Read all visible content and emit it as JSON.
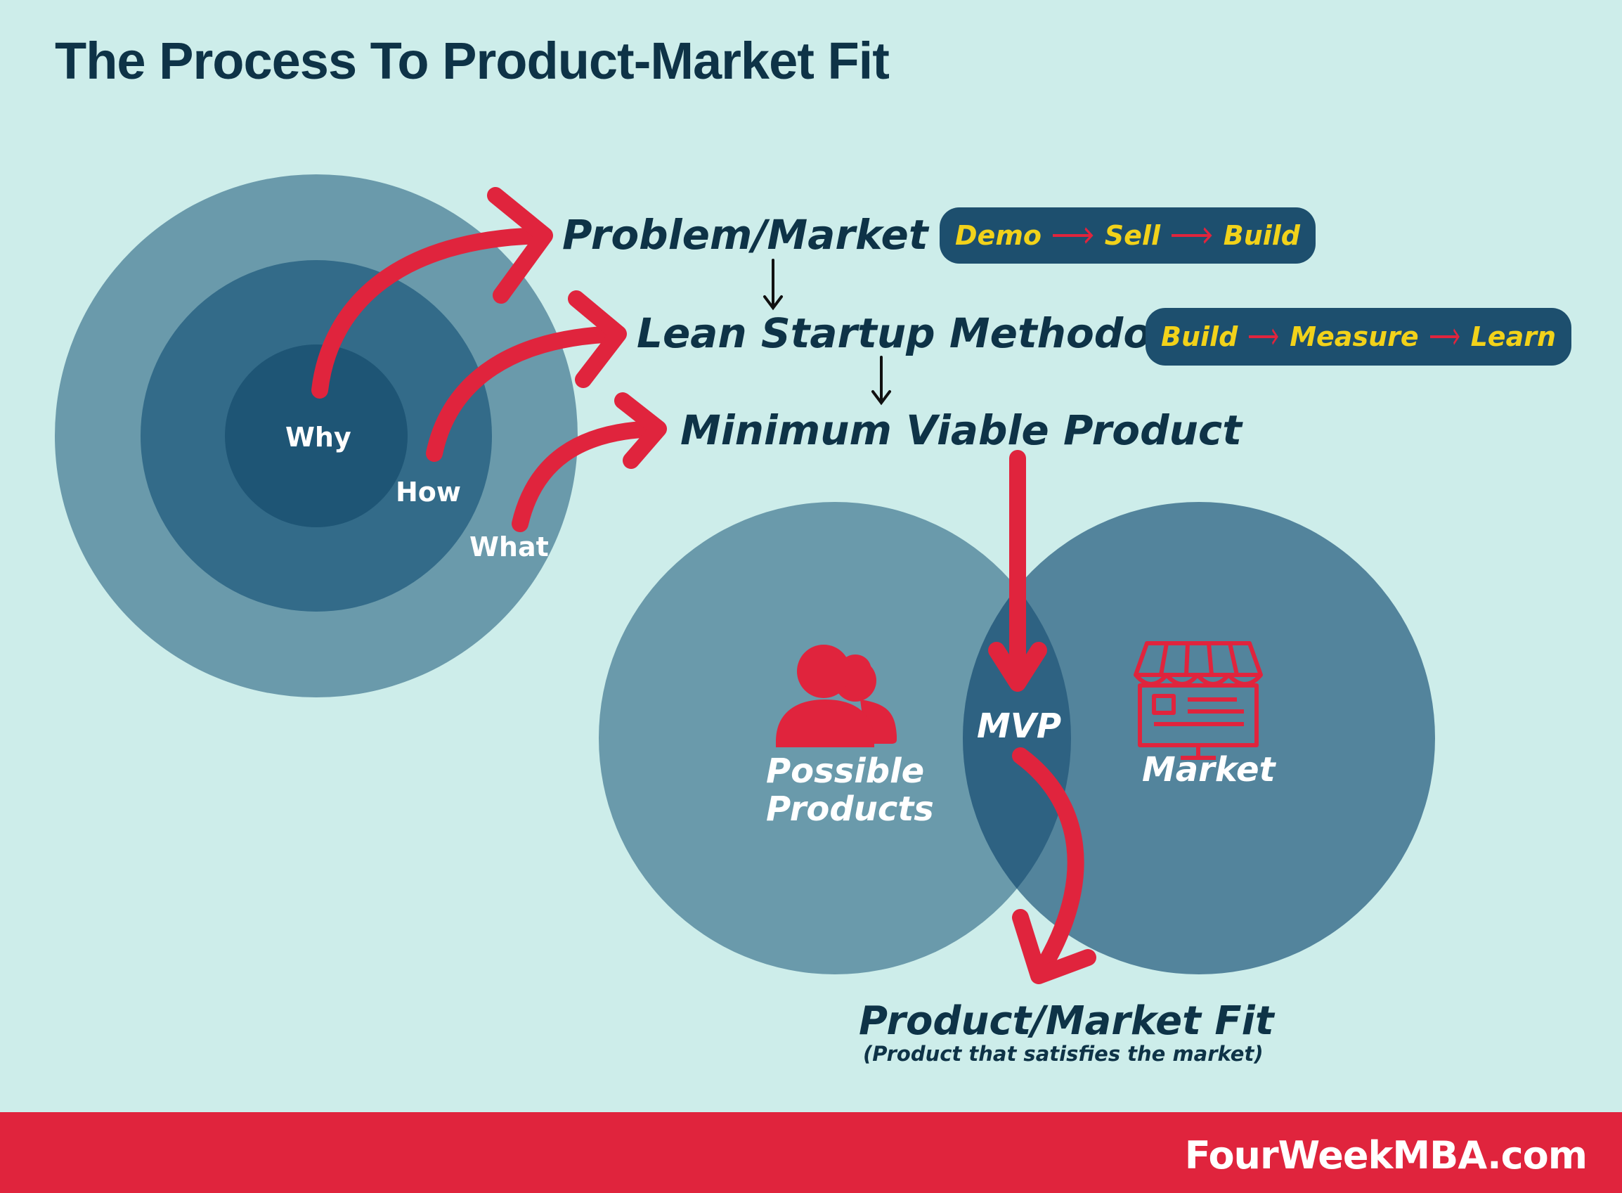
{
  "title": "The Process To Product-Market Fit",
  "circles": {
    "inner": "Why",
    "middle": "How",
    "outer": "What"
  },
  "steps": {
    "problem_market_fit": "Problem/Market Fit",
    "lean_startup": "Lean Startup Methodology",
    "mvp_step": "Minimum Viable Product"
  },
  "pills": {
    "problem": [
      "Demo",
      "Sell",
      "Build"
    ],
    "lean": [
      "Build",
      "Measure",
      "Learn"
    ]
  },
  "venn": {
    "left_label": "Possible Products",
    "left_line1": "Possible",
    "left_line2": "Products",
    "center_label": "MVP",
    "right_label": "Market"
  },
  "result": {
    "title": "Product/Market Fit",
    "subtitle": "(Product that satisfies the market)"
  },
  "footer": {
    "brand": "FourWeekMBA.com"
  },
  "colors": {
    "background": "#cdedea",
    "navy": "#0e3347",
    "red": "#e0243d",
    "yellow": "#f2d21a",
    "circle_outer": "#6a9aab",
    "circle_middle": "#336b89",
    "circle_inner": "#1e5575",
    "venn_left": "#6a9aab",
    "venn_right": "#53849c",
    "venn_overlap": "#2e6282"
  },
  "icons": [
    "people-icon",
    "storefront-icon",
    "arrow-icon"
  ]
}
